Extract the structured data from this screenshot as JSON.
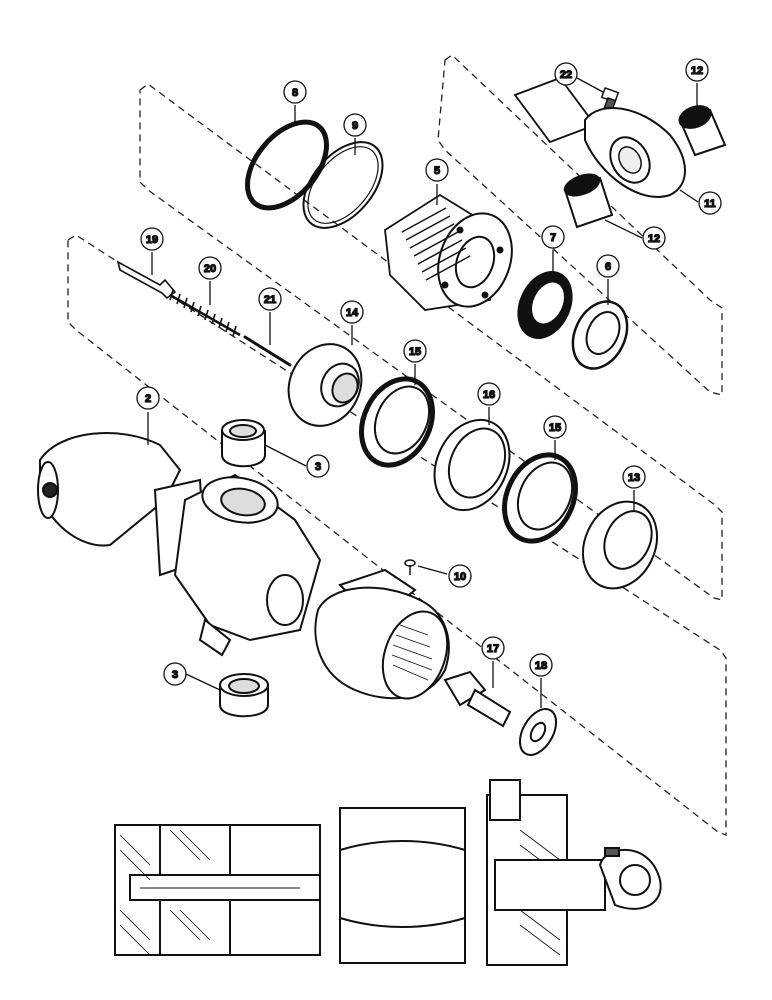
{
  "diagram": {
    "type": "exploded-parts-view",
    "callouts": [
      {
        "id": "c1",
        "label": "2",
        "part": "base-end-housing"
      },
      {
        "id": "c2",
        "label": "3",
        "part": "bushing"
      },
      {
        "id": "c3",
        "label": "3",
        "part": "bushing"
      },
      {
        "id": "c4",
        "label": "5",
        "part": "piston"
      },
      {
        "id": "c5",
        "label": "6",
        "part": "seal"
      },
      {
        "id": "c6",
        "label": "7",
        "part": "seal"
      },
      {
        "id": "c7",
        "label": "8",
        "part": "o-ring"
      },
      {
        "id": "c8",
        "label": "9",
        "part": "back-up-ring"
      },
      {
        "id": "c9",
        "label": "10",
        "part": "screw"
      },
      {
        "id": "c10",
        "label": "11",
        "part": "rod-eye"
      },
      {
        "id": "c11",
        "label": "12",
        "part": "bushing"
      },
      {
        "id": "c12",
        "label": "12",
        "part": "bushing"
      },
      {
        "id": "c13",
        "label": "13",
        "part": "gland"
      },
      {
        "id": "c14",
        "label": "14",
        "part": "valve-seat"
      },
      {
        "id": "c15",
        "label": "15",
        "part": "packing-set"
      },
      {
        "id": "c16",
        "label": "15",
        "part": "packing-set"
      },
      {
        "id": "c17",
        "label": "16",
        "part": "ring"
      },
      {
        "id": "c18",
        "label": "17",
        "part": "bolt"
      },
      {
        "id": "c19",
        "label": "18",
        "part": "washer"
      },
      {
        "id": "c20",
        "label": "19",
        "part": "valve-stem"
      },
      {
        "id": "c21",
        "label": "20",
        "part": "spring"
      },
      {
        "id": "c22",
        "label": "21",
        "part": "pin"
      },
      {
        "id": "c23",
        "label": "22",
        "part": "grease-fitting"
      }
    ]
  }
}
